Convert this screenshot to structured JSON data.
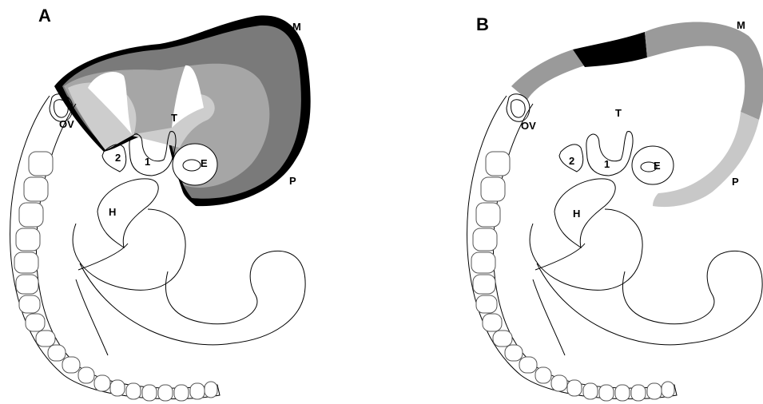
{
  "panels": [
    {
      "letter": "A",
      "labels": {
        "m": "M",
        "t": "T",
        "ov": "OV",
        "e": "E",
        "p": "P",
        "h": "H",
        "n1": "1",
        "n2": "2"
      },
      "colors": {
        "outer": "#000000",
        "dark": "#7a7a7a",
        "mid": "#a6a6a6",
        "light": "#cdcdcd",
        "white": "#ffffff"
      }
    },
    {
      "letter": "B",
      "labels": {
        "m": "M",
        "t": "T",
        "ov": "OV",
        "e": "E",
        "p": "P",
        "h": "H",
        "n1": "1",
        "n2": "2"
      },
      "colors": {
        "black": "#000000",
        "dark": "#9a9a9a",
        "light": "#c8c8c8"
      }
    }
  ]
}
